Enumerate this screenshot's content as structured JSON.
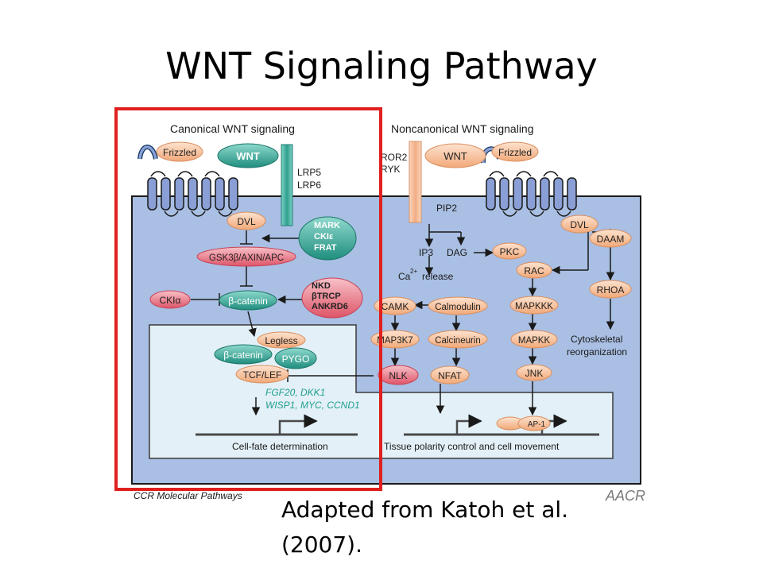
{
  "slide": {
    "title": "WNT Signaling Pathway",
    "caption": "Adapted from Katoh et al. (2007)."
  },
  "figure": {
    "canonical_heading": "Canonical WNT signaling",
    "noncanonical_heading": "Noncanonical WNT signaling",
    "footer": "CCR Molecular Pathways",
    "publisher_logo": "AACR",
    "canonical": {
      "frizzled": "Frizzled",
      "wnt": "WNT",
      "lrp5": "LRP5",
      "lrp6": "LRP6",
      "dvl": "DVL",
      "mark_group": [
        "MARK",
        "CKIε",
        "FRAT"
      ],
      "gsk_complex": "GSK3β/AXIN/APC",
      "ckia": "CKIα",
      "beta_catenin": "β-catenin",
      "nkd_group": [
        "NKD",
        "βTRCP",
        "ANKRD6"
      ],
      "legless": "Legless",
      "beta_catenin_nuclear": "β-catenin",
      "pygo": "PYGO",
      "tcf_lef": "TCF/LEF",
      "targets_line1": "FGF20, DKK1",
      "targets_line2": "WISP1, MYC, CCND1",
      "outcome": "Cell-fate determination"
    },
    "noncanonical": {
      "ror2": "ROR2",
      "ryk": "RYK",
      "wnt": "WNT",
      "frizzled": "Frizzled",
      "pip2": "PIP2",
      "ip3": "IP3",
      "dag": "DAG",
      "pkc": "PKC",
      "ca_release_prefix": "Ca",
      "ca_superscript": "2+",
      "ca_release_suffix": "release",
      "camk": "CAMK",
      "calmodulin": "Calmodulin",
      "map3k7": "MAP3K7",
      "calcineurin": "Calcineurin",
      "nlk": "NLK",
      "nfat": "NFAT",
      "dvl": "DVL",
      "daam": "DAAM",
      "rac": "RAC",
      "rhoa": "RHOA",
      "mapkkk": "MAPKKK",
      "mapkk": "MAPKK",
      "jnk": "JNK",
      "ap1": "AP-1",
      "cytoskeletal_line1": "Cytoskeletal",
      "cytoskeletal_line2": "reorganization",
      "outcome": "Tissue polarity control and cell movement"
    },
    "colors": {
      "cell": "#a9bfe3",
      "nucleus": "#e3f0f7",
      "orange": "#f5bd95",
      "teal": "#3aaa9a",
      "pink": "#ec7f8c",
      "highlight": "#e02020"
    }
  }
}
